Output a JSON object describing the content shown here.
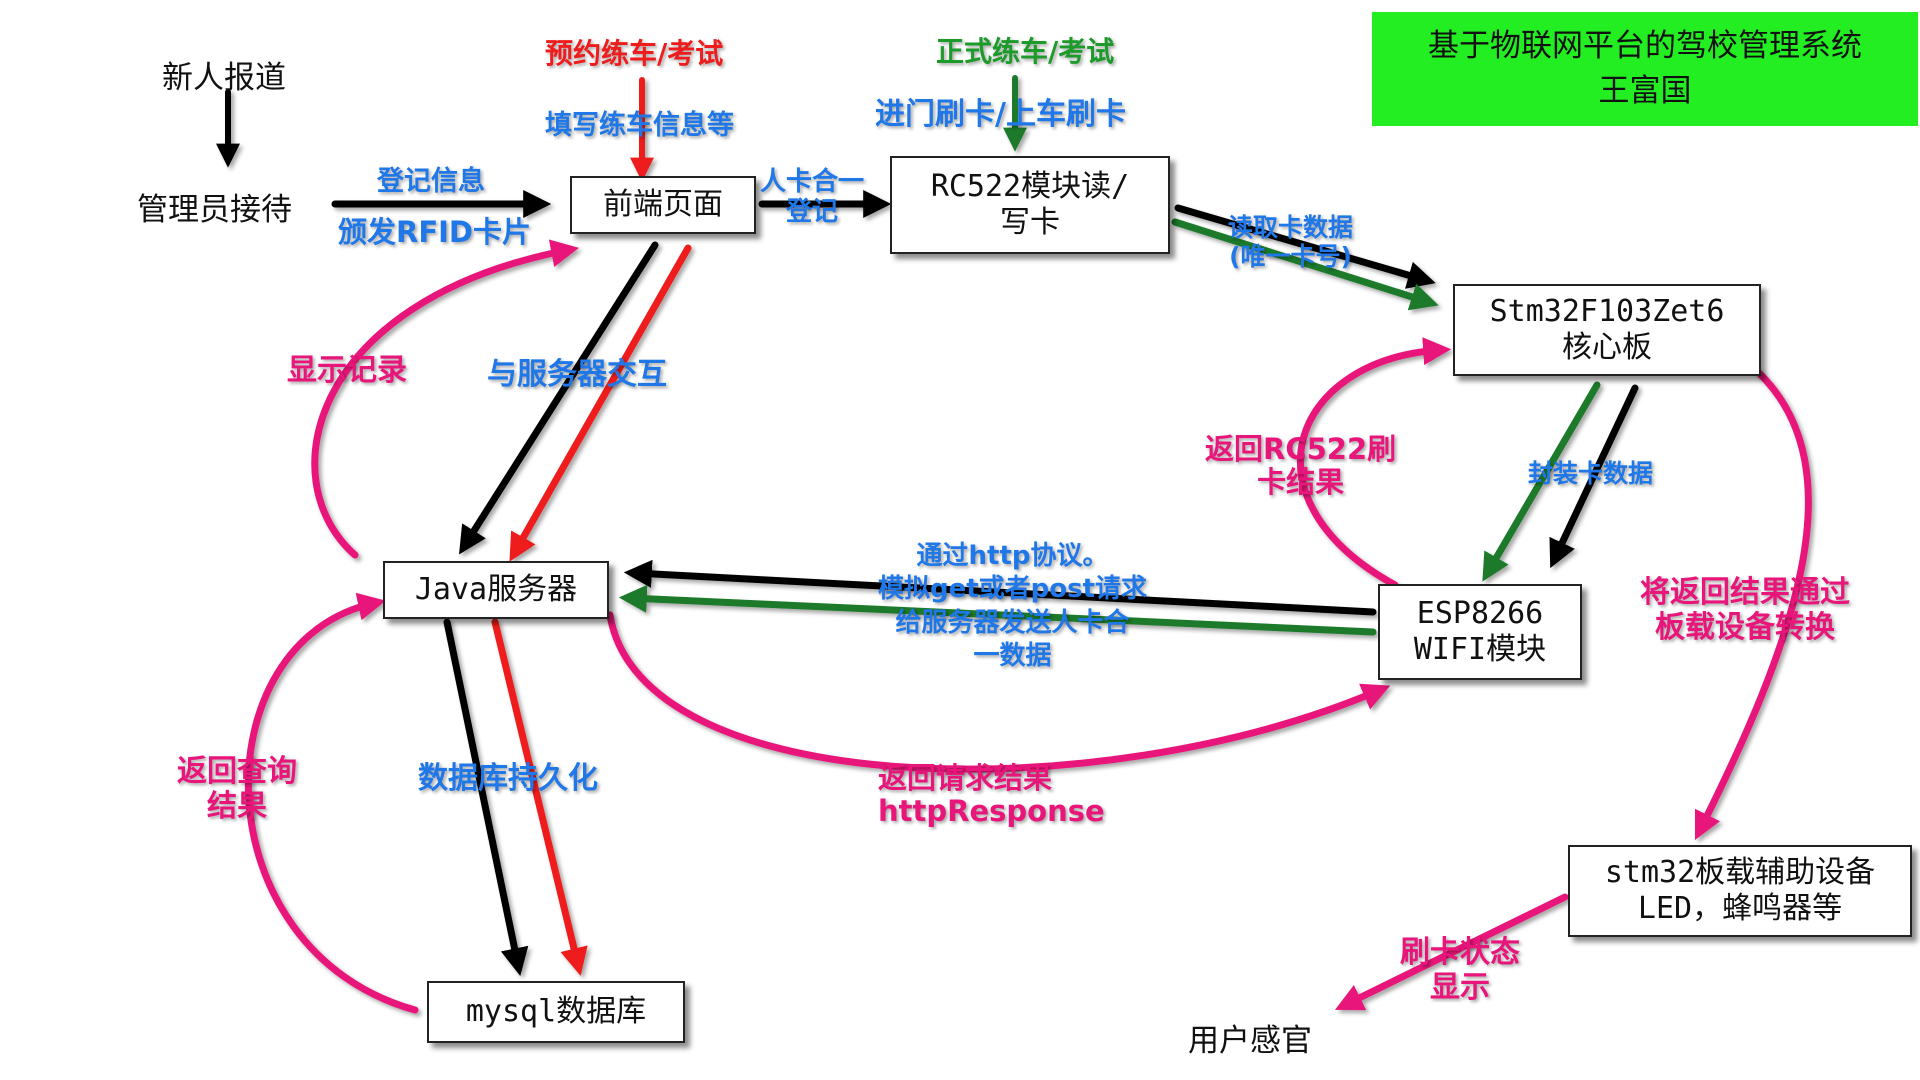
{
  "title": {
    "line1": "基于物联网平台的驾校管理系统",
    "line2": "王富国"
  },
  "nodes": {
    "new_person": "新人报道",
    "admin": "管理员接待",
    "frontend": "前端页面",
    "rc522": [
      "RC522模块读/",
      "写卡"
    ],
    "stm32": [
      "Stm32F103Zet6",
      "核心板"
    ],
    "esp8266": [
      "ESP8266",
      "WIFI模块"
    ],
    "java_server": "Java服务器",
    "mysql": "mysql数据库",
    "stm32_aux": [
      "stm32板载辅助设备",
      "LED，蜂鸣器等"
    ],
    "user_sense": "用户感官"
  },
  "labels": {
    "reserve": "预约练车/考试",
    "formal": "正式练车/考试",
    "fill_info": "填写练车信息等",
    "card_entry": "进门刷卡/上车刷卡",
    "register_info": "登记信息",
    "issue_rfid": "颁发RFID卡片",
    "person_card": [
      "人卡合一",
      "登记"
    ],
    "read_card": [
      "读取卡数据",
      "(唯一卡号)"
    ],
    "show_record": "显示记录",
    "server_interact": "与服务器交互",
    "return_rc522": [
      "返回RC522刷",
      "卡结果"
    ],
    "pack_data": "封装卡数据",
    "http_send": [
      "通过http协议。",
      "模拟get或者post请求",
      "给服务器发送人卡合",
      "一数据"
    ],
    "return_via_board": [
      "将返回结果通过",
      "板载设备转换"
    ],
    "return_query": [
      "返回查询",
      "结果"
    ],
    "persist": "数据库持久化",
    "return_response": [
      "返回请求结果",
      "httpResponse"
    ],
    "card_status": [
      "刷卡状态",
      "显示"
    ]
  },
  "colors": {
    "title_bg": "#22ee22",
    "black_arrow": "#000000",
    "red_arrow": "#ee1c1c",
    "green_arrow": "#1a7a2a",
    "pink_arrow": "#e8157a",
    "blue_text": "#1f77e8",
    "pink_text": "#e8157a"
  }
}
